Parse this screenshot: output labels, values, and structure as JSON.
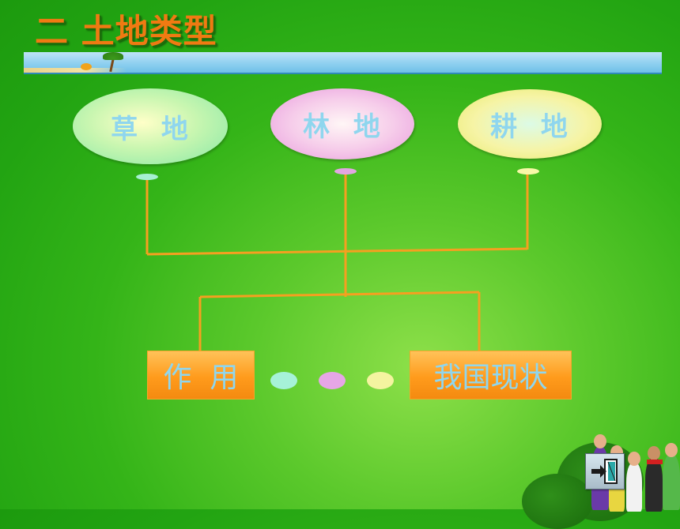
{
  "title": "二 土地类型",
  "categories": [
    {
      "label": "草  地",
      "color": "#86e8a8"
    },
    {
      "label": "林  地",
      "color": "#e89ade"
    },
    {
      "label": "耕  地",
      "color": "#eaea6c"
    }
  ],
  "bottom": {
    "left": "作  用",
    "right": "我国现状"
  },
  "colors": {
    "background": "#34b418",
    "title": "#f07a12",
    "connector": "#f5a020",
    "label_text": "#8fd6ee"
  },
  "icons": {
    "exit": "exit-door-icon"
  }
}
